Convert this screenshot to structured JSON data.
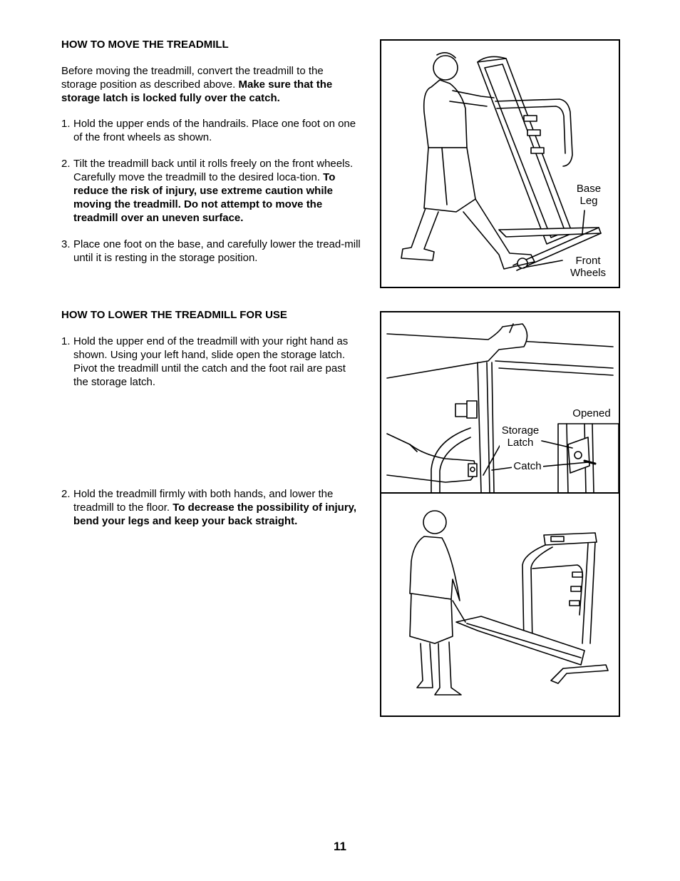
{
  "move": {
    "heading": "HOW TO MOVE THE TREADMILL",
    "intro_plain": "Before moving the treadmill, convert the treadmill to the storage position as described above. ",
    "intro_bold": "Make sure that the storage latch is locked fully over the catch.",
    "steps": [
      {
        "num": "1.",
        "plain": "Hold the upper ends of the handrails. Place one foot on one of the front wheels as shown.",
        "bold": ""
      },
      {
        "num": "2.",
        "plain": "Tilt the treadmill back until it rolls freely on the front wheels. Carefully move the treadmill to the desired loca-tion. ",
        "bold": "To reduce the risk of injury, use extreme caution while moving the treadmill. Do not attempt to move the treadmill over an uneven surface."
      },
      {
        "num": "3.",
        "plain": "Place one foot on the base, and carefully lower the tread-mill until it is resting in the storage position.",
        "bold": ""
      }
    ]
  },
  "lower": {
    "heading": "HOW TO LOWER THE TREADMILL FOR USE",
    "steps": [
      {
        "num": "1.",
        "plain": "Hold the upper end of the treadmill with your right hand as shown. Using your left hand, slide open the storage latch. Pivot the treadmill until the catch and the foot rail are past the storage latch.",
        "bold": ""
      },
      {
        "num": "2.",
        "plain": "Hold the treadmill firmly with both hands, and lower the treadmill to the floor. ",
        "bold": "To decrease the possibility of injury, bend your legs and keep your back straight."
      }
    ]
  },
  "figures": {
    "fig1": {
      "base_leg": [
        "Base",
        "Leg"
      ],
      "front_wheels": [
        "Front",
        "Wheels"
      ]
    },
    "fig2": {
      "opened": "Opened",
      "storage_latch": [
        "Storage",
        "Latch"
      ],
      "catch": "Catch"
    }
  },
  "page_number": "11"
}
